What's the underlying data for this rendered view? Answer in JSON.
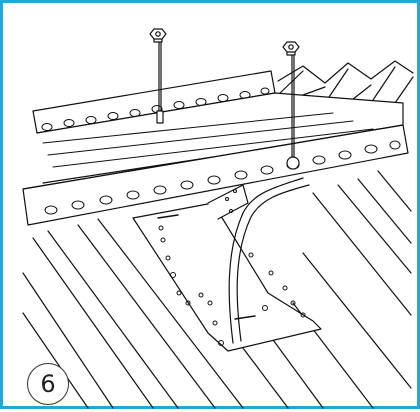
{
  "figure": {
    "step_number": "6",
    "frame_color": "#22a7d6",
    "line_color": "#111111",
    "parts": [
      "nut-icon",
      "bolt-icon",
      "mounting-rail",
      "corrugated-roof-sheet",
      "bracket-plate",
      "cable"
    ]
  }
}
